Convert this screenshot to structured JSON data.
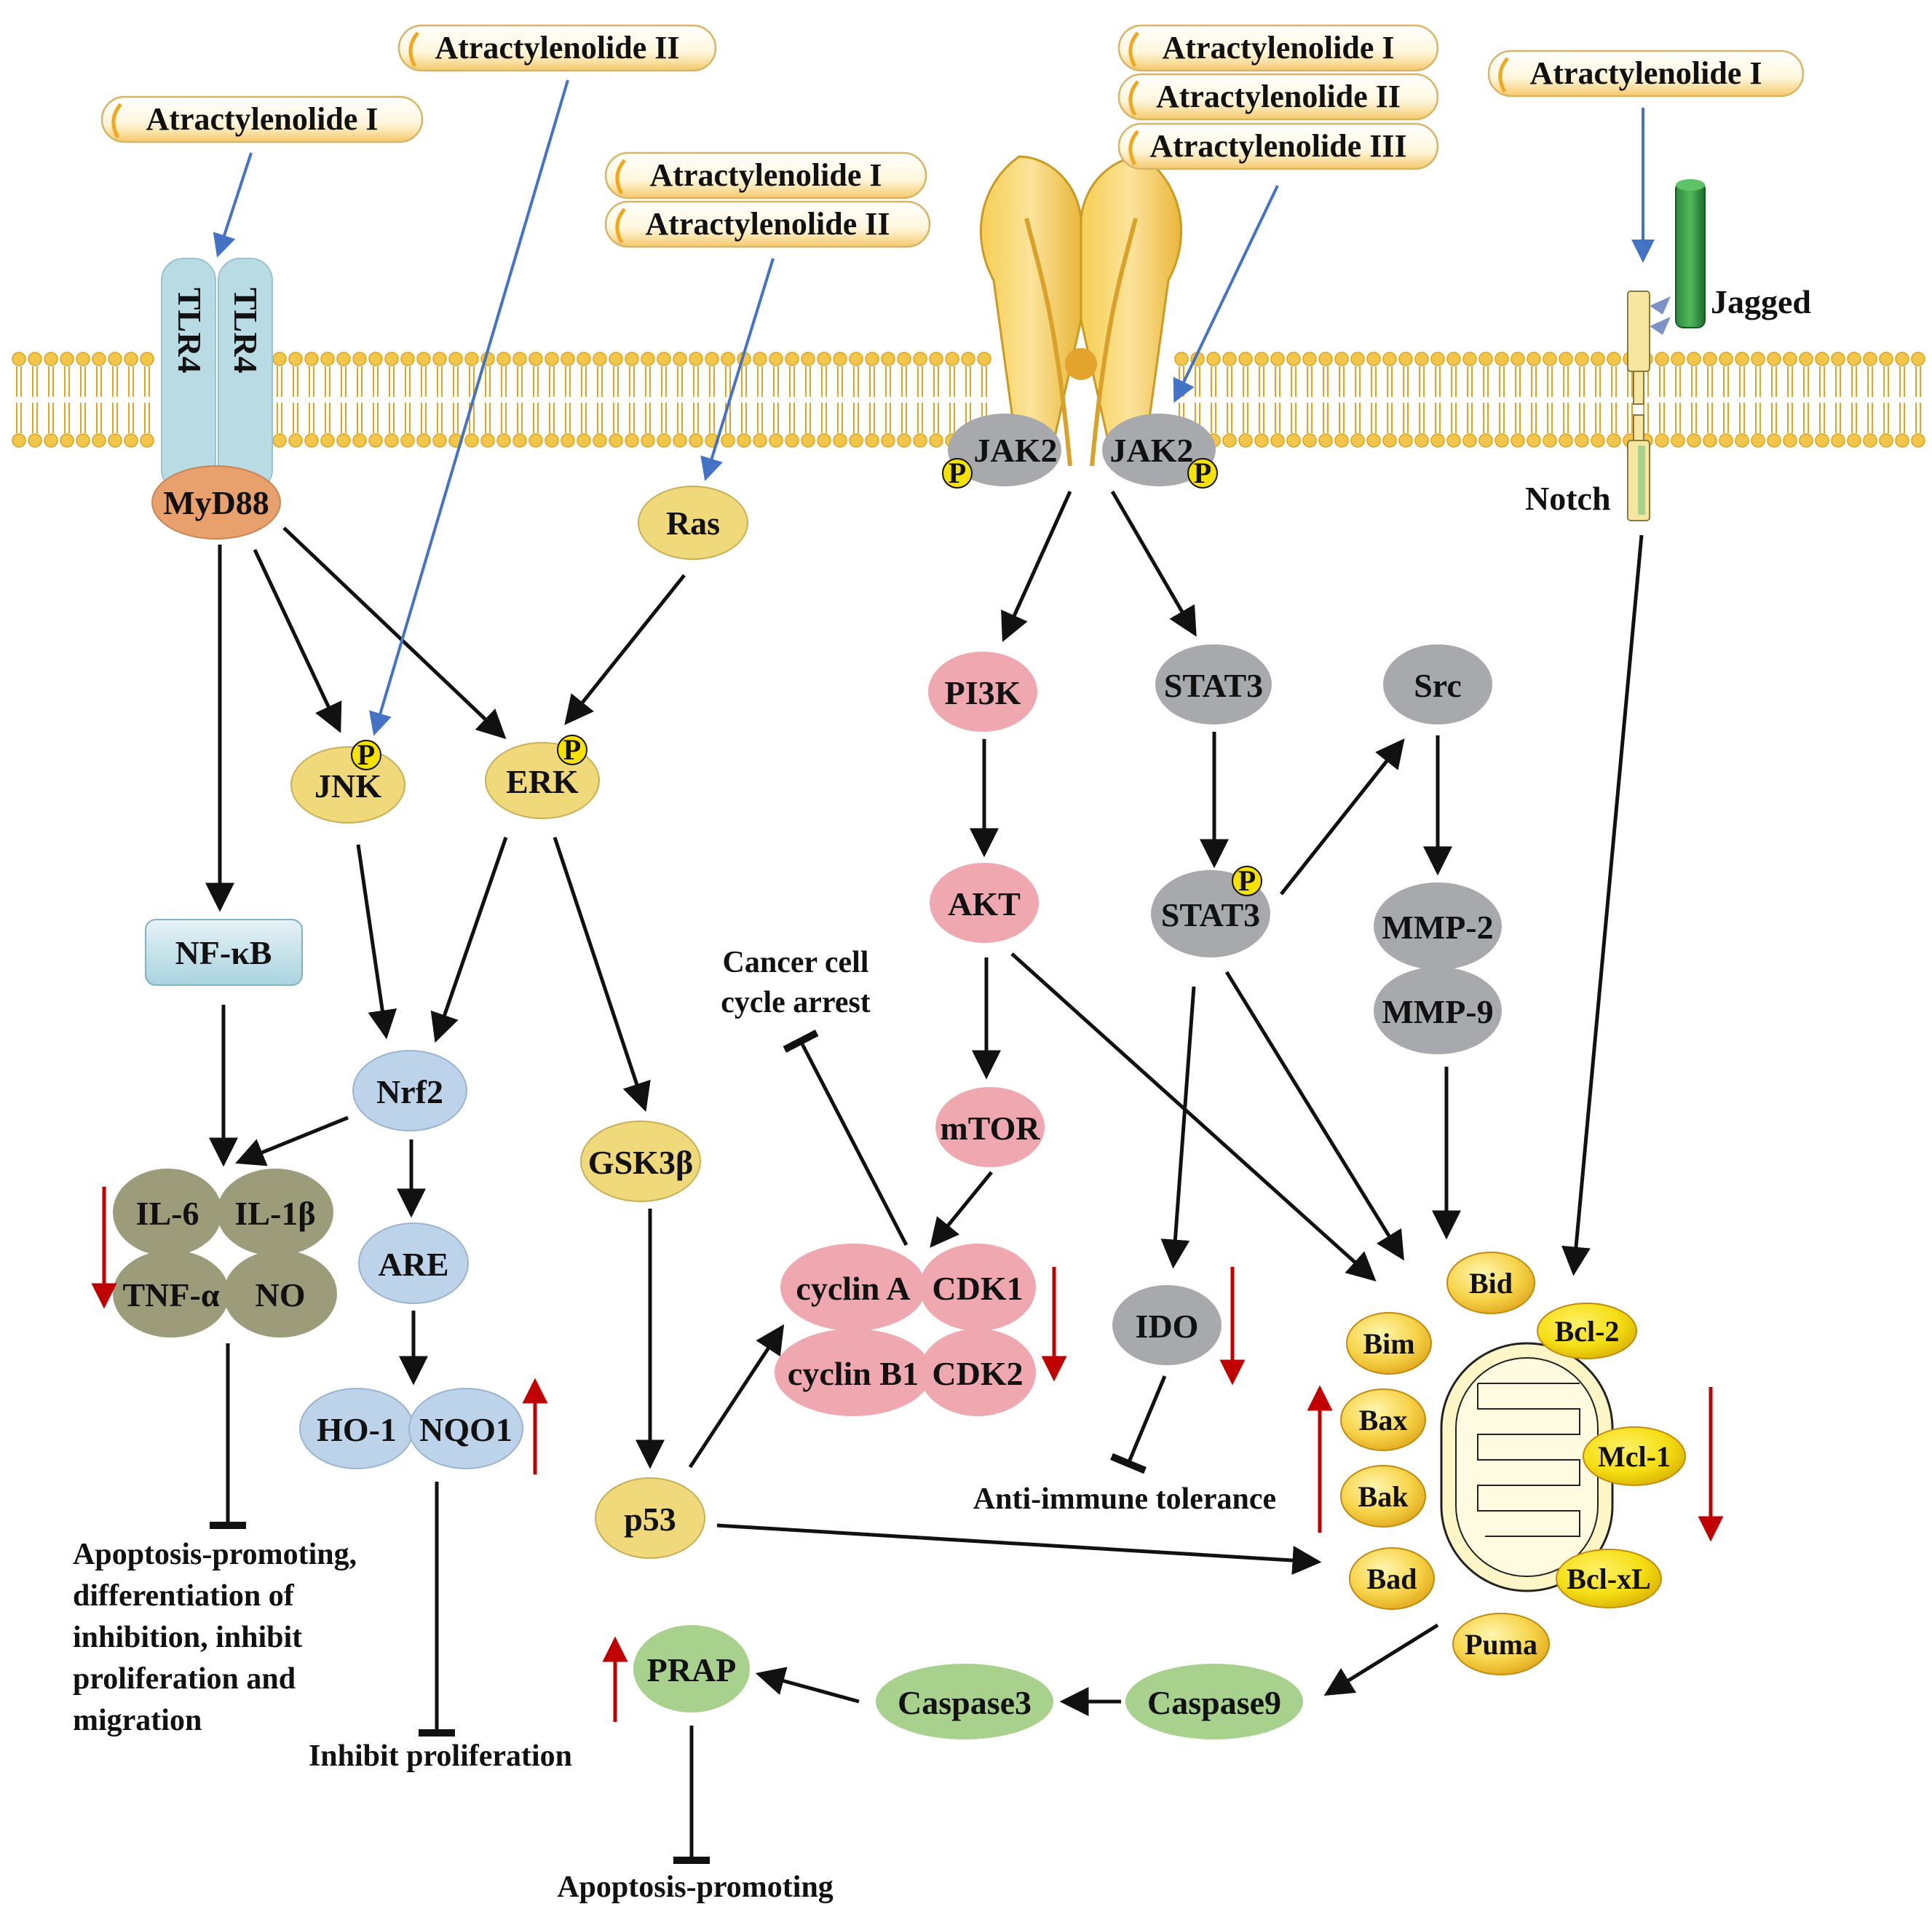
{
  "drugs": {
    "tlr_drug": "Atractylenolide I",
    "jnk_drug": "Atractylenolide II",
    "ras_drug_1": "Atractylenolide I",
    "ras_drug_2": "Atractylenolide II",
    "jak_drug_1": "Atractylenolide I",
    "jak_drug_2": "Atractylenolide II",
    "jak_drug_3": "Atractylenolide III",
    "notch_drug": "Atractylenolide I"
  },
  "receptors": {
    "tlr4_left": "TLR4",
    "tlr4_right": "TLR4",
    "jak2_left": "JAK2",
    "jak2_right": "JAK2",
    "phospho": "P",
    "jagged": "Jagged",
    "notch": "Notch"
  },
  "nodes": {
    "myd88": "MyD88",
    "ras": "Ras",
    "jnk": "JNK",
    "erk": "ERK",
    "nfkb": "NF-κB",
    "nrf2": "Nrf2",
    "gsk3b": "GSK3β",
    "are": "ARE",
    "ho1": "HO-1",
    "nqo1": "NQO1",
    "il6": "IL-6",
    "il1b": "IL-1β",
    "tnfa": "TNF-α",
    "no": "NO",
    "p53": "p53",
    "pi3k": "PI3K",
    "akt": "AKT",
    "mtor": "mTOR",
    "cyclin_a": "cyclin A",
    "cdk1": "CDK1",
    "cyclin_b1": "cyclin B1",
    "cdk2": "CDK2",
    "stat3": "STAT3",
    "stat3_p": "STAT3",
    "src": "Src",
    "mmp2": "MMP-2",
    "mmp9": "MMP-9",
    "ido": "IDO",
    "bid": "Bid",
    "bim": "Bim",
    "bax": "Bax",
    "bak": "Bak",
    "bad": "Bad",
    "puma": "Puma",
    "bcl2": "Bcl-2",
    "mcl1": "Mcl-1",
    "bclxl": "Bcl-xL",
    "caspase9": "Caspase9",
    "caspase3": "Caspase3",
    "prap": "PRAP"
  },
  "outcomes": {
    "cycle_arrest_1": "Cancer cell",
    "cycle_arrest_2": "cycle arrest",
    "anti_immune": "Anti-immune tolerance",
    "inhibit_prolif": "Inhibit proliferation",
    "apoptosis_promoting": "Apoptosis-promoting",
    "nfkb_outcome_1": "Apoptosis-promoting,",
    "nfkb_outcome_2": "differentiation of",
    "nfkb_outcome_3": "inhibition,  inhibit",
    "nfkb_outcome_4": "proliferation and",
    "nfkb_outcome_5": "migration"
  },
  "colors": {
    "yellow_node": "#f0d97a",
    "pink_node": "#efa8b0",
    "gray_node": "#a7a9ac",
    "blue_node": "#bcd3ea",
    "olive_node": "#9c9b7a",
    "green_node": "#a9d18e",
    "myd88": "#e8a06c",
    "tlr4": "#b9dbe3",
    "membrane": "#f2c54b",
    "drug_arrow": "#4472c4",
    "regulation_arrow": "#c00000"
  }
}
